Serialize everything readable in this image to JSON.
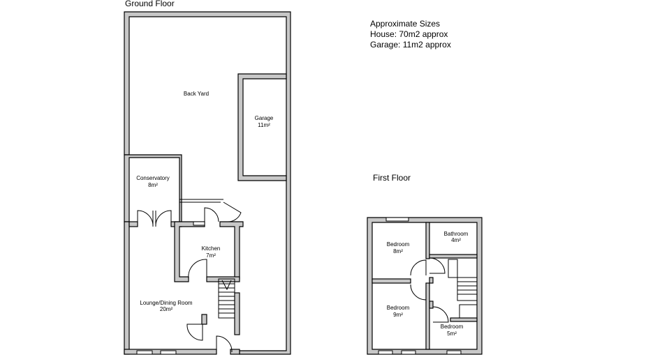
{
  "ground_floor": {
    "title": "Ground Floor",
    "rooms": {
      "back_yard": "Back Yard",
      "garage": "Garage",
      "garage_size": "11m²",
      "conservatory": "Conservatory",
      "conservatory_size": "8m²",
      "kitchen": "Kitchen",
      "kitchen_size": "7m²",
      "lounge": "Lounge/Dining Room",
      "lounge_size": "20m²"
    }
  },
  "sizes": {
    "heading": "Approximate Sizes",
    "house": "House: 70m2 approx",
    "garage": "Garage: 11m2 approx"
  },
  "first_floor": {
    "title": "First Floor",
    "rooms": {
      "bedroom1": "Bedroom",
      "bedroom1_size": "8m²",
      "bathroom": "Bathroom",
      "bathroom_size": "4m²",
      "bedroom2": "Bedroom",
      "bedroom2_size": "9m²",
      "bedroom3": "Bedroom",
      "bedroom3_size": "5m²"
    }
  }
}
